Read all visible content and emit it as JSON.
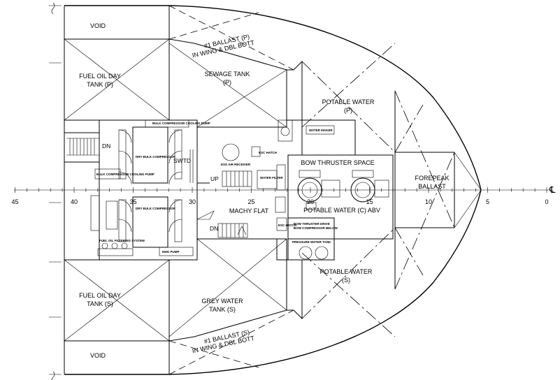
{
  "compartments": {
    "void_top": "VOID",
    "void_bottom": "VOID",
    "fuel_oil_p_line1": "FUEL OIL DAY",
    "fuel_oil_p_line2": "TANK (P)",
    "fuel_oil_s_line1": "FUEL OIL DAY",
    "fuel_oil_s_line2": "TANK (S)",
    "ballast_p_line1": "#1 BALLAST (P)",
    "ballast_p_line2": "IN WING & DBL BOTT",
    "ballast_s_line1": "#1 BALLAST (S)",
    "ballast_s_line2": "IN WING & DBL BOTT",
    "sewage_line1": "SEWAGE TANK",
    "sewage_line2": "(P)",
    "grey_line1": "GREY WATER",
    "grey_line2": "TANK (S)",
    "potable_p_line1": "POTABLE WATER",
    "potable_p_line2": "(P)",
    "potable_s_line1": "POTABLE WATER",
    "potable_s_line2": "(S)",
    "potable_c": "POTABLE WATER (C) ABV",
    "bow_thruster": "BOW THRUSTER SPACE",
    "forepeak_line1": "FOREPEAK",
    "forepeak_line2": "BALLAST",
    "machy_flat": "MACHY FLAT"
  },
  "markers": {
    "dn_upper": "DN",
    "dn_lower": "DN",
    "up": "UP",
    "swtd": "SWTD",
    "centerline": "℄"
  },
  "equipment": {
    "bulk_comp_cooling_top": "BULK COMPRESSOR COOLING PUMP",
    "dry_bulk_comp_1": "DRY BULK COMPRESSOR",
    "dry_bulk_comp_2": "DRY BULK COMPRESSOR",
    "bulk_comp_cooling_left": "BULK COMPRESSOR COOLING PUMP",
    "fuel_oil_filtering": "FUEL OIL FILTERING SYSTEM",
    "emg_pump": "EMG PUMP",
    "ess_air_receiver": "ESS AIR RECEIVER",
    "water_filter": "WATER FILTER",
    "water_maker": "WATER MAKER",
    "pressure_water_tank": "PRESSURE WATER TANK",
    "esc_hatch": "ESC HATCH",
    "esc_hatch_lower": "ESC HATCH",
    "bow_thruster_drive": "BOW THRUSTER DRIVE",
    "bt_compressor_below": "BOW COMPRESSOR BELOW"
  },
  "frames": [
    "45",
    "40",
    "35",
    "30",
    "25",
    "20",
    "15",
    "10",
    "5",
    "0"
  ],
  "colors": {
    "line": "#000000",
    "background": "#ffffff"
  }
}
